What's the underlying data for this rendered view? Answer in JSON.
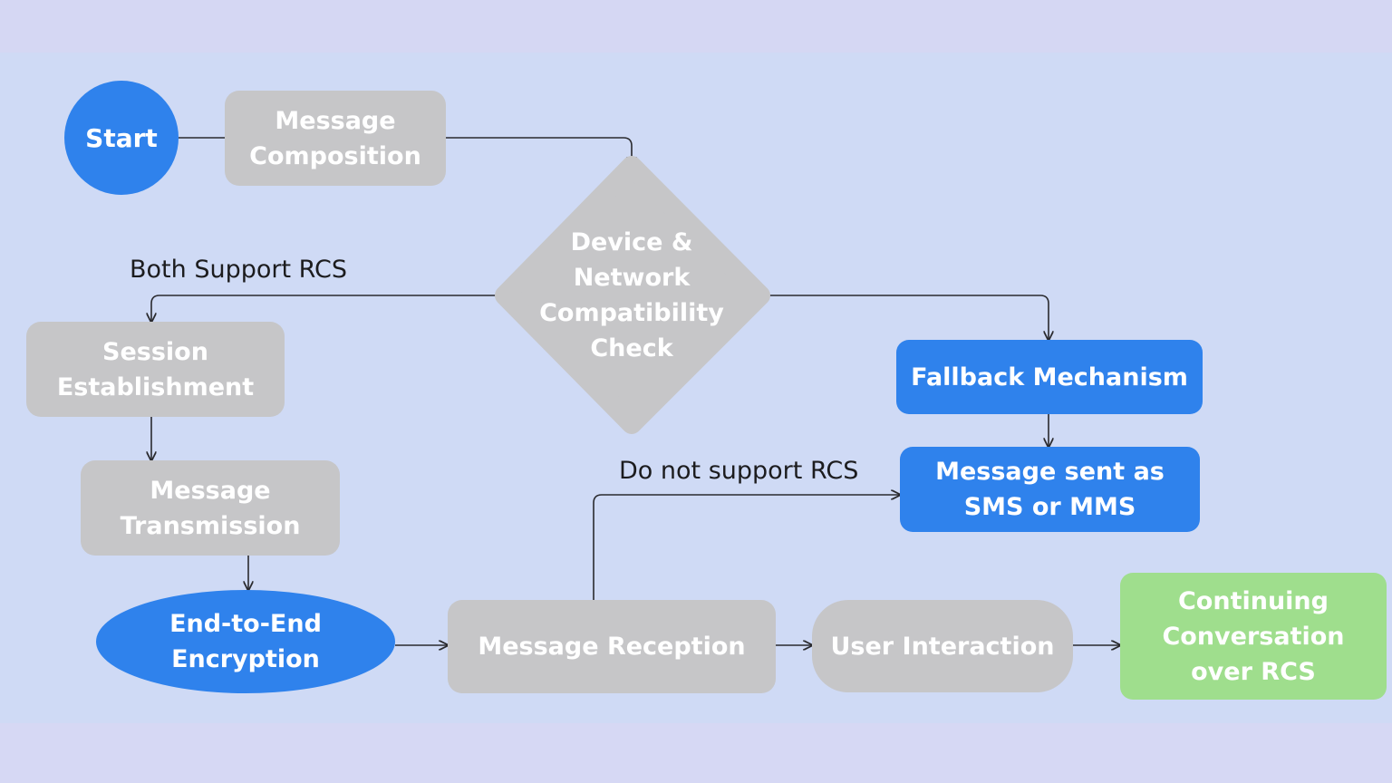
{
  "diagram": {
    "nodes": {
      "start": "Start",
      "message_composition": "Message\nComposition",
      "compatibility_check": "Device &\nNetwork\nCompatibility\nCheck",
      "session_establishment": "Session\nEstablishment",
      "message_transmission": "Message\nTransmission",
      "encryption": "End-to-End\nEncryption",
      "message_reception": "Message Reception",
      "user_interaction": "User Interaction",
      "continuing_conversation": "Continuing\nConversation\nover RCS",
      "fallback_mechanism": "Fallback Mechanism",
      "sms_mms": "Message sent as\nSMS or MMS"
    },
    "edge_labels": {
      "both_support": "Both Support RCS",
      "do_not_support": "Do not support RCS"
    },
    "colors": {
      "background": "#cfdaf5",
      "gray_node": "#c6c6c8",
      "blue_node": "#2f82ec",
      "green_node": "#9fde8d",
      "connector": "#2a2a2e"
    }
  }
}
